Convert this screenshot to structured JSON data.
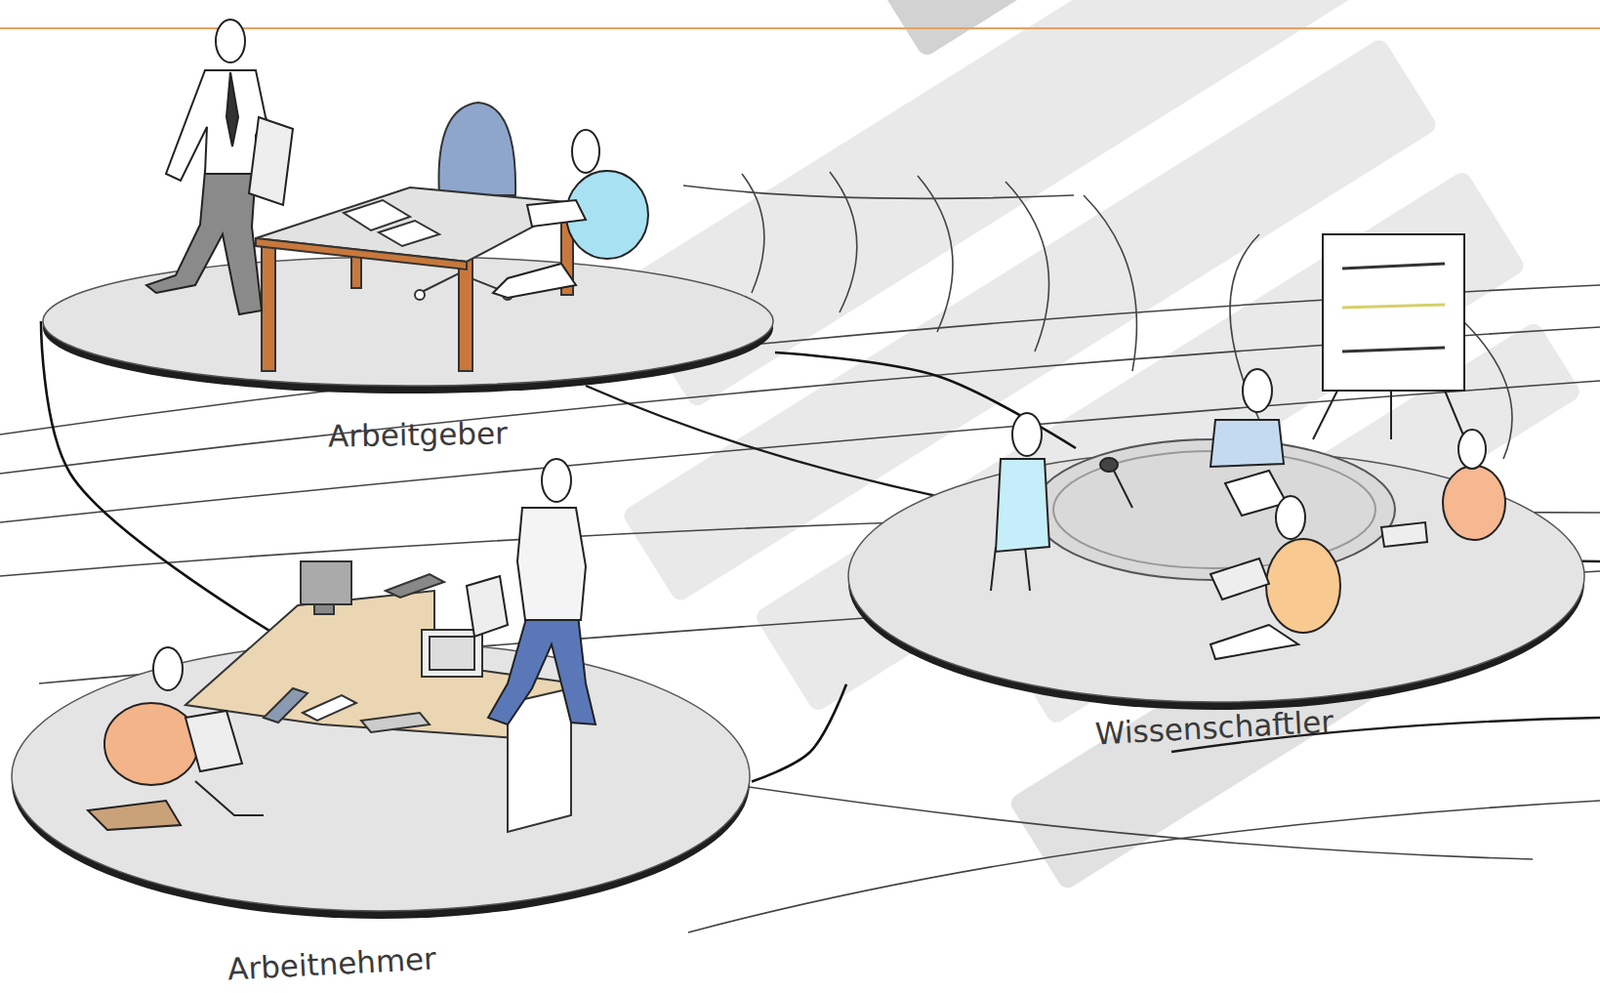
{
  "diagram": {
    "nodes": [
      {
        "text": [
          "Arbeitgeber"
        ]
      },
      {
        "text": [
          "Arbeitnehmer"
        ]
      },
      {
        "text": [
          "Wissenschaftler"
        ]
      }
    ],
    "edges": [
      {
        "from": 0,
        "to": 1,
        "arrow": "none"
      },
      {
        "from": 0,
        "to": 2,
        "arrow": "none"
      },
      {
        "from": 1,
        "to": 2,
        "arrow": "none"
      }
    ]
  }
}
